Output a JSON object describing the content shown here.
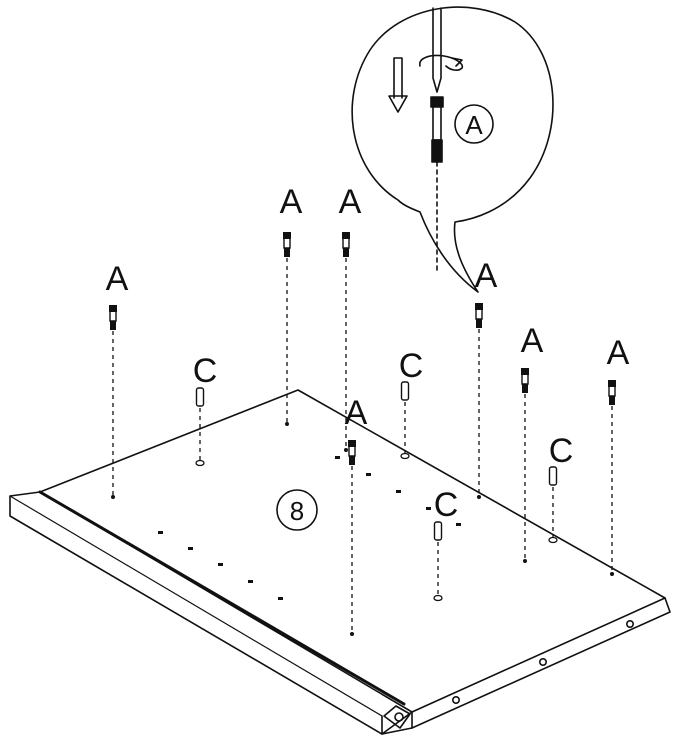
{
  "diagram": {
    "part_number": "8",
    "callout_label": "A",
    "screw_label": "A",
    "dowel_label": "C",
    "screw_count": 7,
    "dowel_count": 4,
    "line_color": "#111111",
    "background": "#ffffff"
  }
}
